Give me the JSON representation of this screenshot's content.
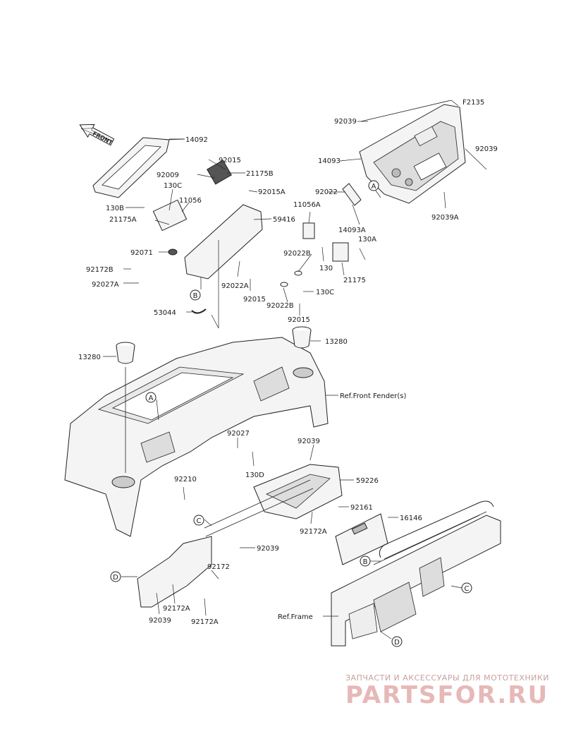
{
  "labels": {
    "f2135": "F2135",
    "p92039_top": "92039",
    "p14093": "14093",
    "p92039_right": "92039",
    "p92022": "92022",
    "p14093a": "14093A",
    "p92039a": "92039A",
    "p14092": "14092",
    "p92015_top": "92015",
    "p92009": "92009",
    "p21175b": "21175B",
    "p130c_top": "130C",
    "p92015a": "92015A",
    "p130b": "130B",
    "p11056": "11056",
    "p11056a": "11056A",
    "p21175a": "21175A",
    "p59416": "59416",
    "p92071": "92071",
    "p92022b_a": "92022B",
    "p130a": "130A",
    "p92172b": "92172B",
    "p92027a": "92027A",
    "p130": "130",
    "p21175": "21175",
    "p92022a": "92022A",
    "p92015_b": "92015",
    "p92022b_b": "92022B",
    "p130c_b": "130C",
    "p53044": "53044",
    "p92015_c": "92015",
    "p13280_left": "13280",
    "p13280_right": "13280",
    "ref_fender": "Ref.Front Fender(s)",
    "p92027": "92027",
    "p92039_mid": "92039",
    "p130d": "130D",
    "p59226": "59226",
    "p92210": "92210",
    "p92161": "92161",
    "p92172a_a": "92172A",
    "p16146": "16146",
    "p92039_low": "92039",
    "p92172": "92172",
    "p92172a_b": "92172A",
    "p92039_bot": "92039",
    "p92172a_c": "92172A",
    "ref_frame": "Ref.Frame"
  },
  "callouts": {
    "a1": "A",
    "a2": "A",
    "b1": "B",
    "b2": "B",
    "c1": "C",
    "c2": "C",
    "d1": "D",
    "d2": "D"
  },
  "front_arrow": "FRONT",
  "watermark": {
    "tagline": "ЗАПЧАСТИ И АКСЕССУАРЫ ДЛЯ МОТОТЕХНИКИ",
    "logo": "PARTSFOR.RU"
  }
}
